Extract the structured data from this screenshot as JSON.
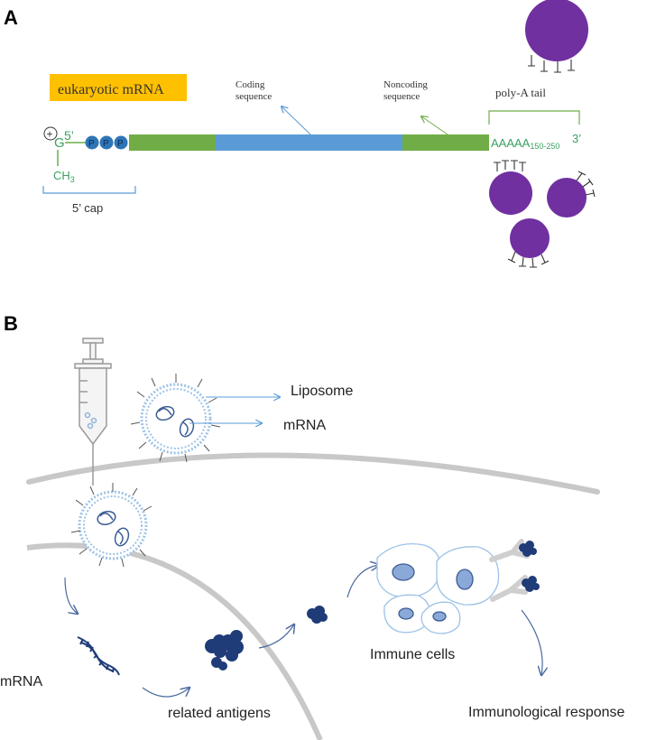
{
  "panel_a": {
    "letter": "A",
    "title_box": "eukaryotic mRNA",
    "plus": "+",
    "g_label": "G",
    "five_prime": "5’",
    "p": "P",
    "ch3": "CH",
    "ch3_sub": "3",
    "cap_label": "5’ cap",
    "coding": [
      "Coding",
      "sequence"
    ],
    "noncoding": [
      "Noncoding",
      "sequence"
    ],
    "polya_label": "poly-A tail",
    "polya_seq": "AAAAA",
    "polya_range": "150-250",
    "three_prime": "3’"
  },
  "panel_b": {
    "letter": "B",
    "liposome_label": "Liposome",
    "mrna_label_top": "mRNA",
    "mrna_label_left": "mRNA",
    "antigens_label": "related antigens",
    "immune_cells_label": "Immune cells",
    "response_label": "Immunological response"
  },
  "colors": {
    "green": "#70ad47",
    "blue": "#5b9bd5",
    "purple": "#7030a0",
    "orange": "#ffc000",
    "navy": "#1f3c78"
  }
}
